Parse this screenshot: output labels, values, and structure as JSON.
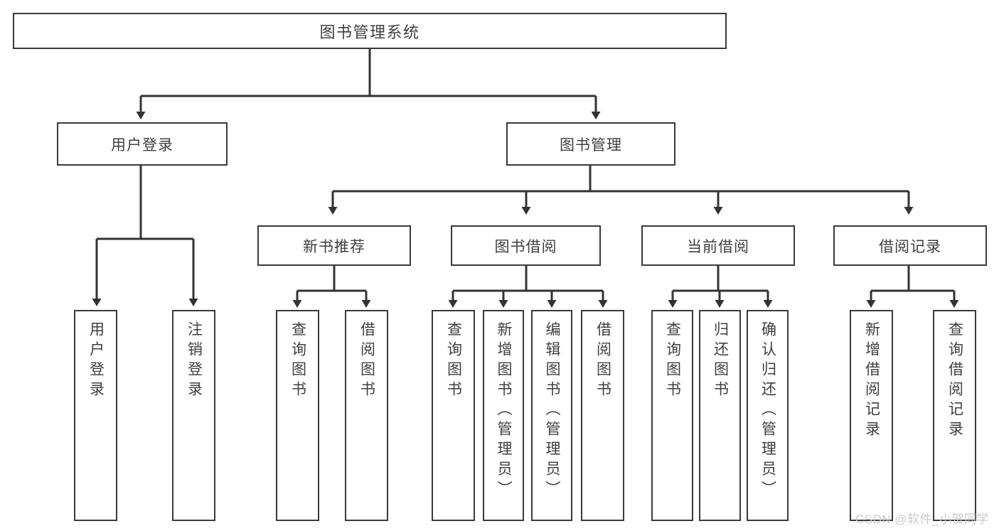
{
  "diagram": {
    "type": "tree-hierarchy-chart",
    "title": "图书管理系统",
    "watermark": "CSDN @软件_小贺同学",
    "colors": {
      "box_border": "#3a3a3a",
      "box_fill": "#ffffff",
      "text": "#3f3f3f",
      "edge": "#333333",
      "watermark": "#c9c9c9"
    },
    "nodes": {
      "root": {
        "label": "图书管理系统"
      },
      "level1": [
        {
          "label": "用户登录"
        },
        {
          "label": "图书管理"
        }
      ],
      "level2": [
        {
          "label": "新书推荐"
        },
        {
          "label": "图书借阅"
        },
        {
          "label": "当前借阅"
        },
        {
          "label": "借阅记录"
        }
      ],
      "leaves_user_login": [
        {
          "label": "用户登录"
        },
        {
          "label": "注销登录"
        }
      ],
      "leaves_new_book": [
        {
          "label": "查询图书"
        },
        {
          "label": "借阅图书"
        }
      ],
      "leaves_borrow": [
        {
          "label": "查询图书"
        },
        {
          "label": "新增图书（管理员）"
        },
        {
          "label": "编辑图书（管理员）"
        },
        {
          "label": "借阅图书"
        }
      ],
      "leaves_current": [
        {
          "label": "查询图书"
        },
        {
          "label": "归还图书"
        },
        {
          "label": "确认归还（管理员）"
        }
      ],
      "leaves_records": [
        {
          "label": "新增借阅记录"
        },
        {
          "label": "查询借阅记录"
        }
      ]
    }
  }
}
